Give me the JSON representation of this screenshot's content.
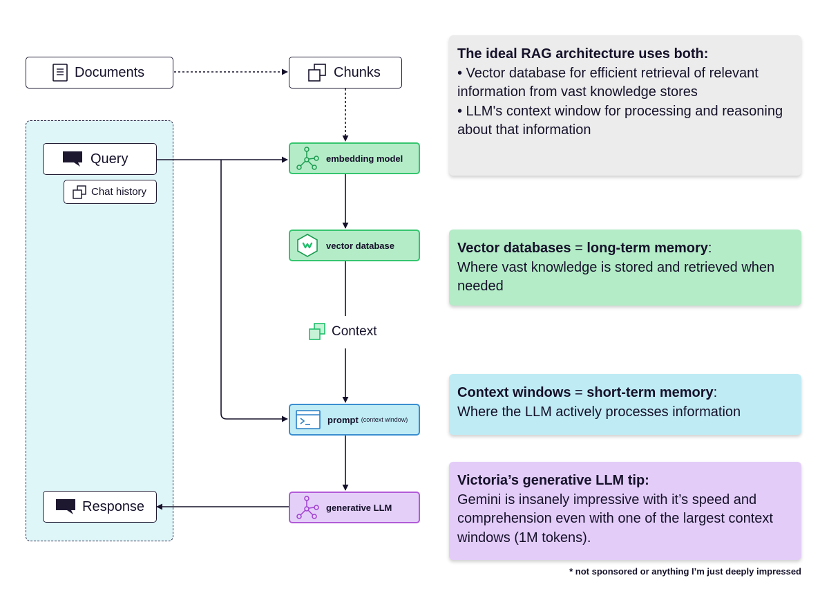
{
  "nodes": {
    "documents": "Documents",
    "chunks": "Chunks",
    "query": "Query",
    "chat_history": "Chat history",
    "embedding_model": "embedding model",
    "vector_database": "vector database",
    "context": "Context",
    "prompt": "prompt",
    "prompt_sub": "(context window)",
    "generative_llm": "generative LLM",
    "response": "Response"
  },
  "cards": {
    "ideal": {
      "title": "The ideal RAG architecture uses both:",
      "bullet1": "• Vector database for efficient retrieval of relevant information from vast knowledge stores",
      "bullet2": "• LLM's context window for processing and reasoning about that information"
    },
    "vector": {
      "term": "Vector databases",
      "eq": " = ",
      "def": "long-term memory",
      "colon": ":",
      "body": "Where vast knowledge is stored and retrieved when needed"
    },
    "context": {
      "term": "Context windows",
      "eq": " = ",
      "def": "short-term memory",
      "colon": ":",
      "body": "Where the LLM actively processes information"
    },
    "tip": {
      "title": "Victoria’s generative LLM tip:",
      "body": "Gemini is insanely impressive with it’s speed and comprehension even with one of the largest context windows (1M tokens)."
    }
  },
  "footnote": "* not sponsored or anything I’m just deeply impressed",
  "colors": {
    "green": "#b4ecc8",
    "blue": "#bfecf5",
    "purple": "#e4cff9",
    "grey": "#ececec",
    "panel": "#dff6f9",
    "ink": "#16112a"
  }
}
